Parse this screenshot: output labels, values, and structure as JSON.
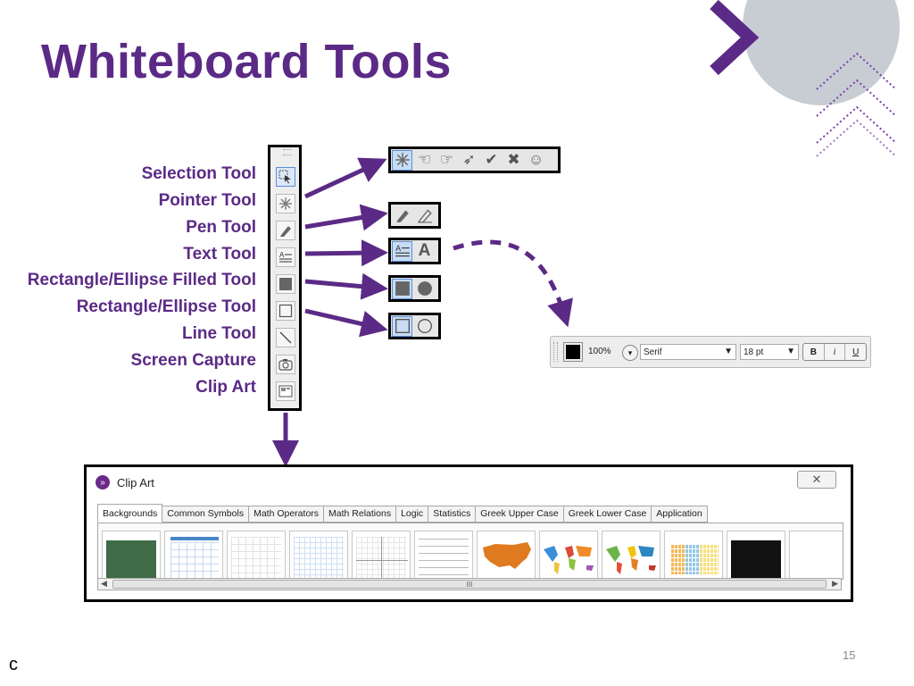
{
  "slide": {
    "title": "Whiteboard Tools",
    "page_number": "15",
    "corner_letter": "c"
  },
  "labels": [
    "Selection Tool",
    "Pointer Tool",
    "Pen Tool",
    "Text Tool",
    "Rectangle/Ellipse Filled Tool",
    "Rectangle/Ellipse Tool",
    "Line Tool",
    "Screen Capture",
    "Clip Art"
  ],
  "toolbar_icons": [
    "selection-icon",
    "pointer-icon",
    "pen-icon",
    "text-icon",
    "filled-rectangle-icon",
    "rectangle-icon",
    "line-icon",
    "camera-icon",
    "clip-art-icon"
  ],
  "format_bar": {
    "opacity": "100%",
    "font": "Serif",
    "size": "18 pt",
    "bold": "B",
    "italic": "i",
    "underline": "U",
    "color": "#000000"
  },
  "text_flyout": {
    "big_text": "A"
  },
  "clip_art": {
    "title": "Clip Art",
    "close": "✕",
    "tabs": [
      "Backgrounds",
      "Common Symbols",
      "Math Operators",
      "Math Relations",
      "Logic",
      "Statistics",
      "Greek Upper Case",
      "Greek Lower Case",
      "Application"
    ],
    "active_tab": "Backgrounds",
    "thumb_names": [
      "chalkboard",
      "calendar",
      "grid-white",
      "grid-blue",
      "axes",
      "lined-paper",
      "usa-map",
      "world-map-color",
      "world-map",
      "periodic-table",
      "blackboard",
      "blank"
    ],
    "scroll_mark": "III"
  },
  "colors": {
    "accent": "#5b2a86",
    "toolbar_bg": "#eeeeee"
  }
}
